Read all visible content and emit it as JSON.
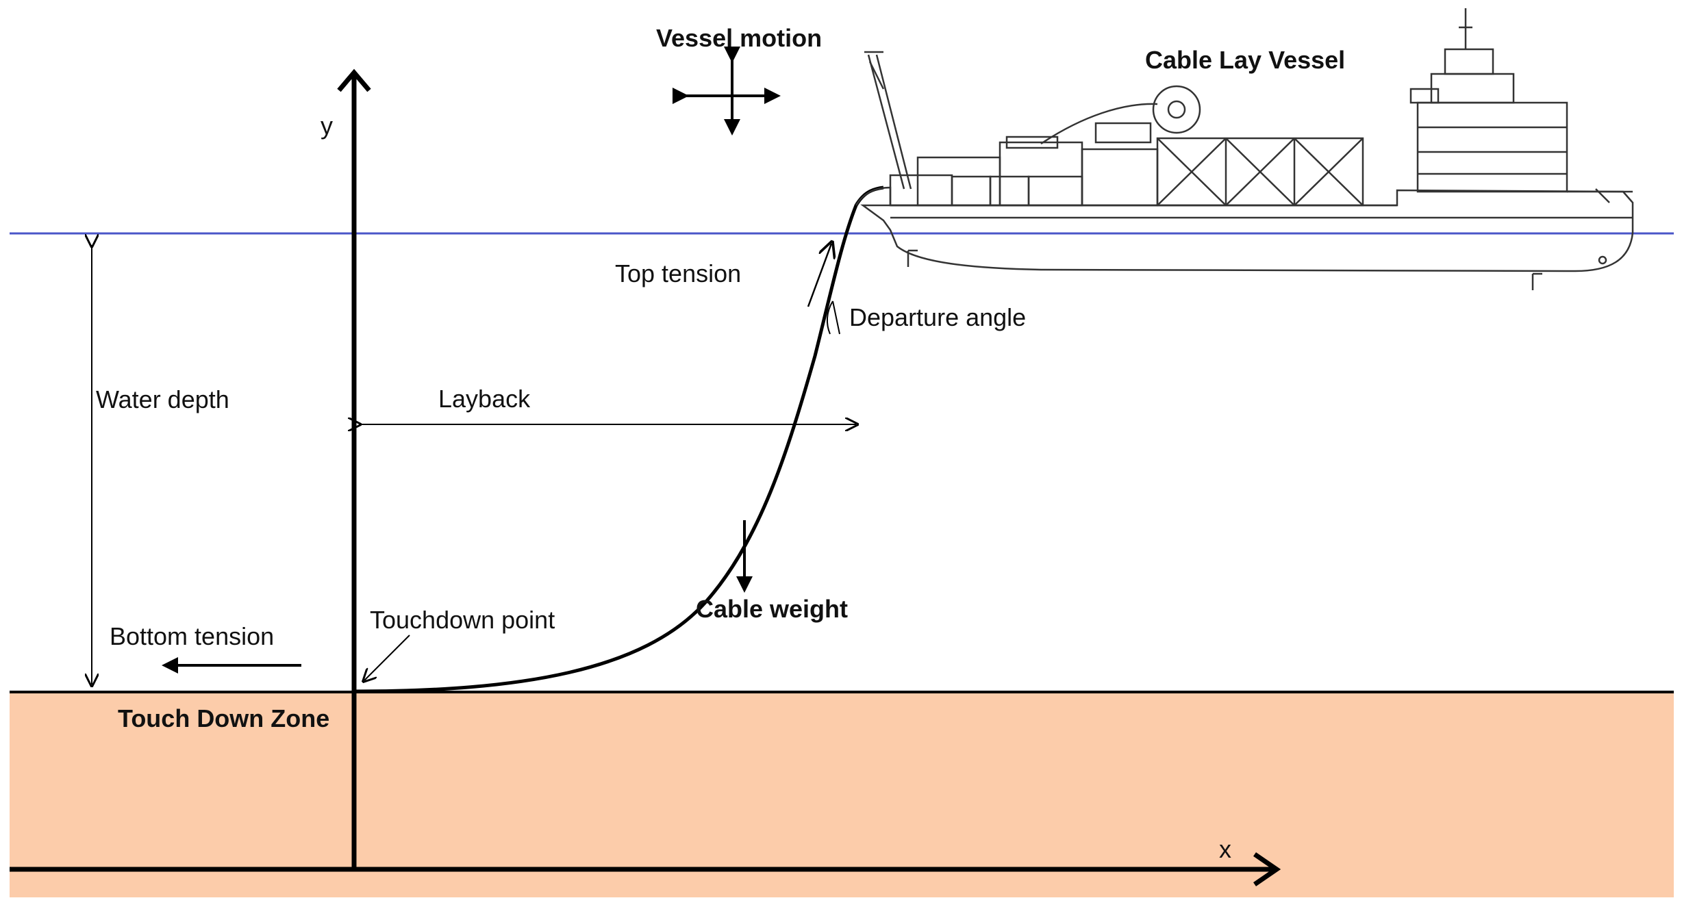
{
  "labels": {
    "vessel_motion": "Vessel motion",
    "cable_lay_vessel": "Cable Lay Vessel",
    "y_axis": "y",
    "x_axis": "x",
    "top_tension": "Top tension",
    "departure_angle": "Departure angle",
    "water_depth": "Water depth",
    "layback": "Layback",
    "touchdown_point": "Touchdown point",
    "bottom_tension": "Bottom tension",
    "cable_weight": "Cable weight",
    "touch_down_zone": "Touch Down Zone"
  },
  "colors": {
    "seabed": "#fcccaa",
    "sea_surface": "#4a55c8",
    "ink": "#000000"
  }
}
